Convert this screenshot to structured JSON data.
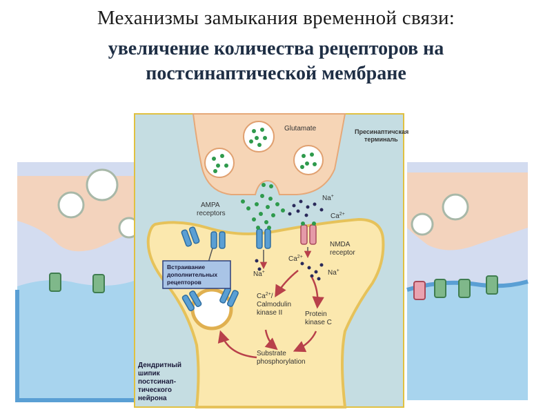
{
  "slide": {
    "title_line1": "Механизмы замыкания временной связи:",
    "title_line2": "увеличение количества рецепторов  на",
    "title_line3": "постсинаптической мембране"
  },
  "diagram": {
    "glutamate": "Glutamate",
    "presynaptic_l1": "Пресинаптичская",
    "presynaptic_l2": "терминаль",
    "na_top": "Na",
    "ca_top": "Ca",
    "ampa_l1": "AMPA",
    "ampa_l2": "receptors",
    "nmda_l1": "NMDA",
    "nmda_l2": "receptor",
    "insert_l1": "Встраивание",
    "insert_l2": "дополнительных",
    "insert_l3": "рецепторов",
    "na_left": "Na",
    "ca_mid": "Ca",
    "na_right": "Na",
    "camk_l1": "Ca",
    "camk_l2": "Calmodulin",
    "camk_l3": "kinase II",
    "pkc_l1": "Protein",
    "pkc_l2": "kinase C",
    "sub_l1": "Substrate",
    "sub_l2": "phosphorylation",
    "spine_l1": "Дендритный",
    "spine_l2": "шипик",
    "spine_l3": "постсинап-",
    "spine_l4": "тического",
    "spine_l5": "нейрона",
    "plus": "+",
    "two_plus": "2+",
    "slash": "/"
  },
  "colors": {
    "bg_blue": "#c5dde2",
    "terminal": "#f6d5b6",
    "spine": "#fbe8ae",
    "dendrite_blue": "#8fc6e3",
    "ampa": "#5a9fd4",
    "nmda": "#e59aa8",
    "arrow_red": "#b8404a",
    "glutamate_dot": "#2e9a4c",
    "ion_dot": "#2a2a5a"
  }
}
